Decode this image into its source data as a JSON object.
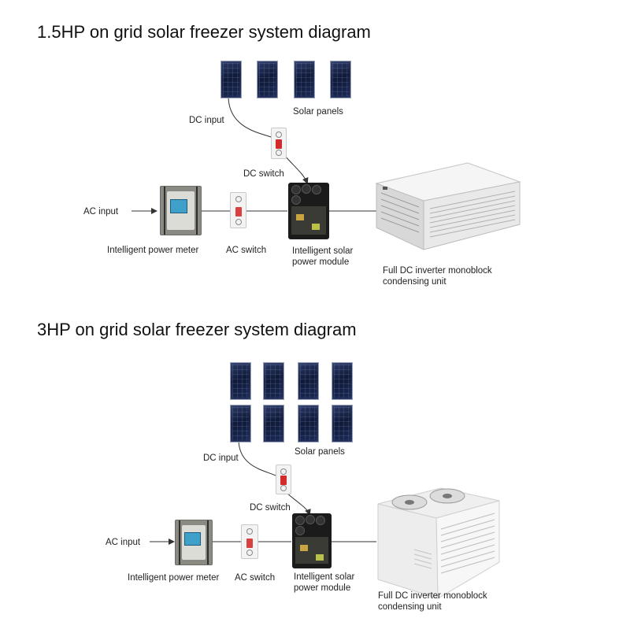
{
  "diagrams": [
    {
      "title": "1.5HP on grid solar freezer system diagram",
      "labels": {
        "dc_input": "DC input",
        "solar_panels": "Solar panels",
        "dc_switch": "DC switch",
        "ac_input": "AC input",
        "power_meter": "Intelligent power meter",
        "ac_switch": "AC switch",
        "power_module": "Intelligent solar power module",
        "condensing_unit": "Full DC inverter monoblock condensing unit"
      },
      "panel_count": 4
    },
    {
      "title": "3HP on grid solar freezer system diagram",
      "labels": {
        "dc_input": "DC input",
        "solar_panels": "Solar panels",
        "dc_switch": "DC switch",
        "ac_input": "AC input",
        "power_meter": "Intelligent power meter",
        "ac_switch": "AC switch",
        "power_module": "Intelligent solar power module",
        "condensing_unit": "Full DC inverter monoblock condensing unit"
      },
      "panel_count": 8
    }
  ]
}
